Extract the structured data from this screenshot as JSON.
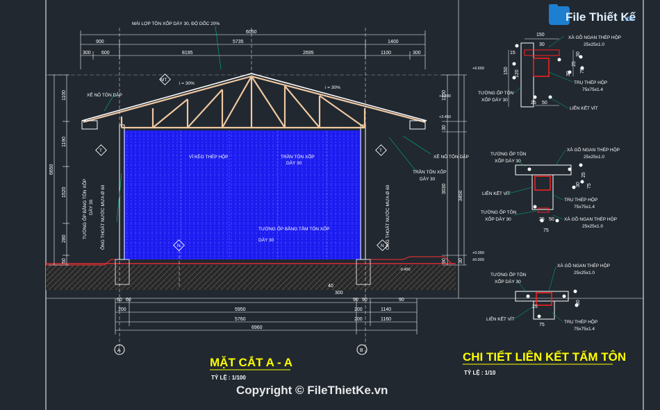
{
  "logo": {
    "brand": "File Thiết Kế",
    "tld": ".vn"
  },
  "section": {
    "title": "MẶT CẮT A - A",
    "scale": "TỶ LỆ : 1/100",
    "top_dims": [
      "6050",
      "5735",
      "900",
      "1400",
      "300",
      "600",
      "8195",
      "2695",
      "1100",
      "300"
    ],
    "left_dims": [
      "1100",
      "1190",
      "1520",
      "280",
      "50",
      "6650"
    ],
    "right_dims": [
      "1100",
      "30",
      "3450",
      "3030",
      "90",
      "30"
    ],
    "bottom_dims": [
      "60",
      "60",
      "40",
      "300",
      "90",
      "90",
      "90",
      "1140",
      "200",
      "5950",
      "5760",
      "6960",
      "1160",
      "200",
      "200"
    ],
    "slope_1": "i = 30%",
    "slope_2": "i = 30%",
    "roof_note": "MÁI LỢP TÔN XỐP DÀY 30, ĐỘ DỐC 20%",
    "ridge_note": "XÊ NÔ TÔN DẬP",
    "ridge_note_r": "XÊ NÔ TÔN DẬP",
    "truss_note": "VÌ KÈO THÉP HỘP",
    "ceiling_note": "TRẦN TÔN XỐP",
    "ceiling_note2": "DÀY 30",
    "wall_note": "TƯỜNG ỐP BẰNG TẤM TÔN XỐP",
    "wall_note2": "DÀY 30",
    "ceiling_r": "TRẦN TÔN XỐP",
    "ceiling_r2": "DÀY 30",
    "pipe_left": "ỐNG THOÁT NƯỚC MƯA Ø 60",
    "wall_left": "TƯỜNG ỐP BẰNG TÔN XỐP",
    "wall_left2": "DÀY 30",
    "pipe_right": "ỐNG THOÁT NƯỚC MƯA Ø 60",
    "ruler_labels": [
      "MT",
      "T",
      "T",
      "N",
      "N"
    ],
    "elevations": [
      "+6.650",
      "+4.480",
      "+3.450",
      "+0.050",
      "±0.000",
      "-0.450"
    ],
    "axis_a": "A",
    "axis_b": "B"
  },
  "detail": {
    "title": "CHI TIẾT LIÊN KẾT TẤM TÔN",
    "scale": "TỶ LỆ : 1/10",
    "d1": {
      "beam": "XÀ GỒ NGAN THÉP HỘP",
      "beam_size": "25x25x1.0",
      "column": "TRỤ THÉP HỘP",
      "column_size": "75x75x1.4",
      "wall": "TƯỜNG ỐP TÔN",
      "wall2": "XỐP DÀY 30",
      "screw": "LIÊN KẾT VÍT",
      "dims": [
        "150",
        "30",
        "120",
        "150",
        "25",
        "50",
        "75",
        "30",
        "25",
        "30",
        "15"
      ]
    },
    "d2": {
      "beam": "XÀ GỒ NGAN THÉP HỘP",
      "beam_size": "25x25x1.0",
      "column": "TRỤ THÉP HỘP",
      "column_size": "75x75x1.4",
      "wall": "TƯỜNG ỐP TÔN",
      "wall2": "XỐP DÀY 30",
      "screw": "LIÊN KẾT VÍT",
      "wall_b": "TƯỜNG ỐP TÔN",
      "wall_b2": "XỐP DÀY 30",
      "beam_b": "XÀ GỒ NGAN THÉP HỘP",
      "beam_b_size": "25x25x1.0",
      "dims": [
        "25",
        "50",
        "75",
        "30",
        "25",
        "75"
      ]
    },
    "d3": {
      "beam": "XÀ GỒ NGAN THÉP HỘP",
      "beam_size": "25x25x1.0",
      "column": "TRỤ THÉP HỘP",
      "column_size": "75x75x1.4",
      "wall": "TƯỜNG ỐP TÔN",
      "wall2": "XỐP DÀY 30",
      "screw": "LIÊN KẾT VÍT",
      "dims": [
        "25",
        "30",
        "75"
      ]
    }
  },
  "footer": {
    "copyright": "Copyright © FileThietKe.vn"
  },
  "colors": {
    "background": "#212830",
    "frame": "#ffffff",
    "wall": "#2020ff",
    "truss": "#f0c8a0",
    "dims": "#ffffff",
    "title": "#ffff00",
    "detail_red": "#ff2020",
    "ground": "#4a4a4a"
  }
}
